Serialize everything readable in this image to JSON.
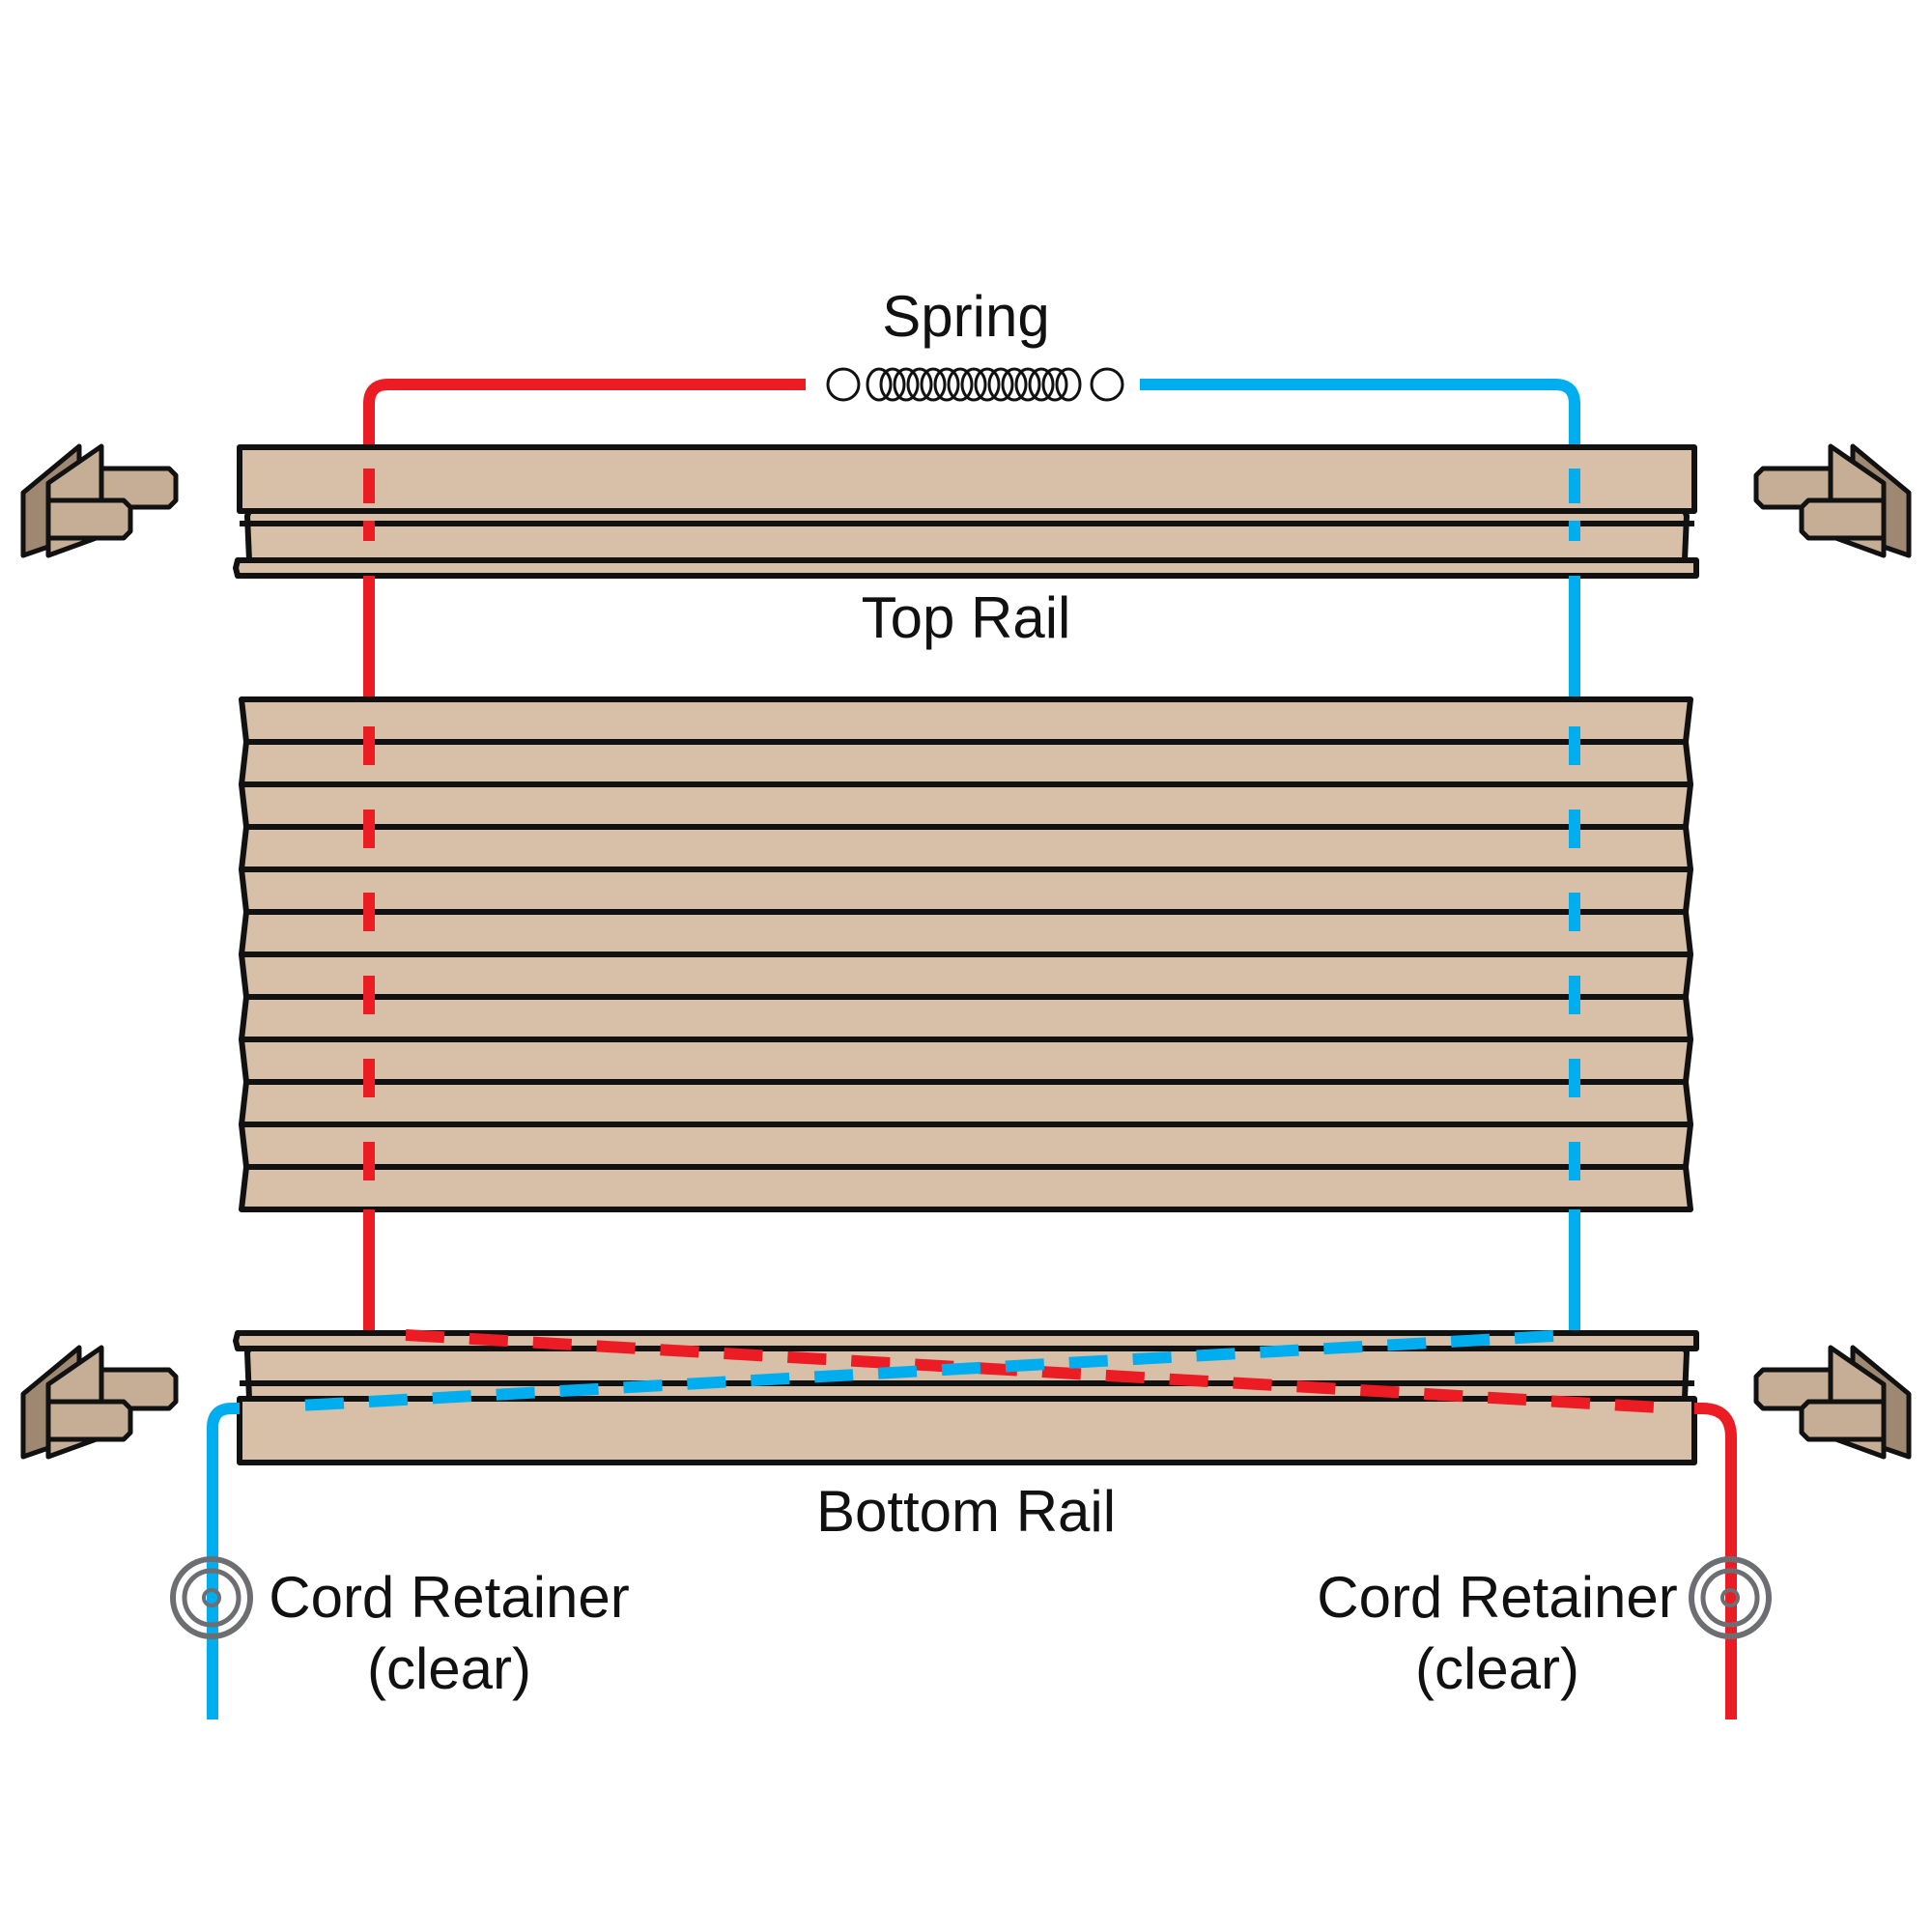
{
  "labels": {
    "spring": "Spring",
    "top_rail": "Top Rail",
    "bottom_rail": "Bottom Rail",
    "left_retainer": {
      "line1": "Cord Retainer",
      "line2": "(clear)"
    },
    "right_retainer": {
      "line1": "Cord Retainer",
      "line2": "(clear)"
    }
  },
  "colors": {
    "red_cord": "#ec1c24",
    "blue_cord": "#00aeef",
    "shade_fabric": "#d8bfa7",
    "bracket": "#c5ad96",
    "outline": "#111111",
    "retainer": "#6d6e71"
  },
  "components": {
    "pleat_count": 12
  }
}
